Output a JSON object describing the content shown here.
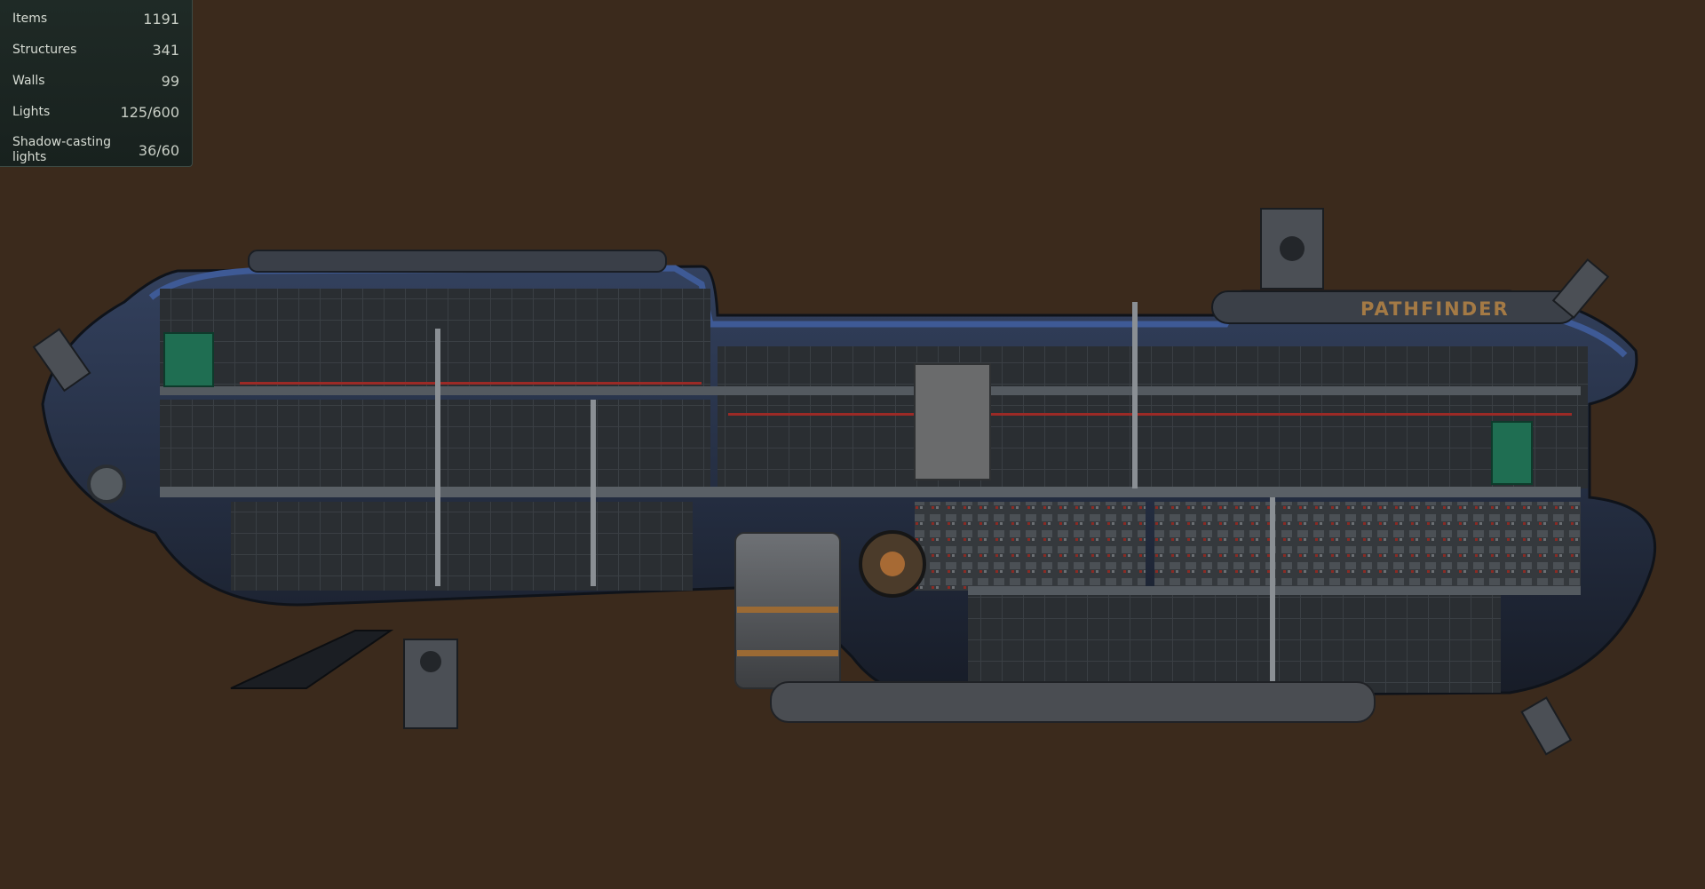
{
  "stats": [
    {
      "label": "Items",
      "value": "1191"
    },
    {
      "label": "Structures",
      "value": "341"
    },
    {
      "label": "Walls",
      "value": "99"
    },
    {
      "label": "Lights",
      "value": "125/600"
    },
    {
      "label": "Shadow-casting lights",
      "value": "36/60"
    }
  ],
  "submarine": {
    "name": "PATHFINDER"
  },
  "colors": {
    "background": "#3b2a1c",
    "hull_blue": "#2c3d63",
    "hull_dark": "#1c222b",
    "panel_bg": "#1f2a26",
    "name_paint": "#a47a45"
  }
}
